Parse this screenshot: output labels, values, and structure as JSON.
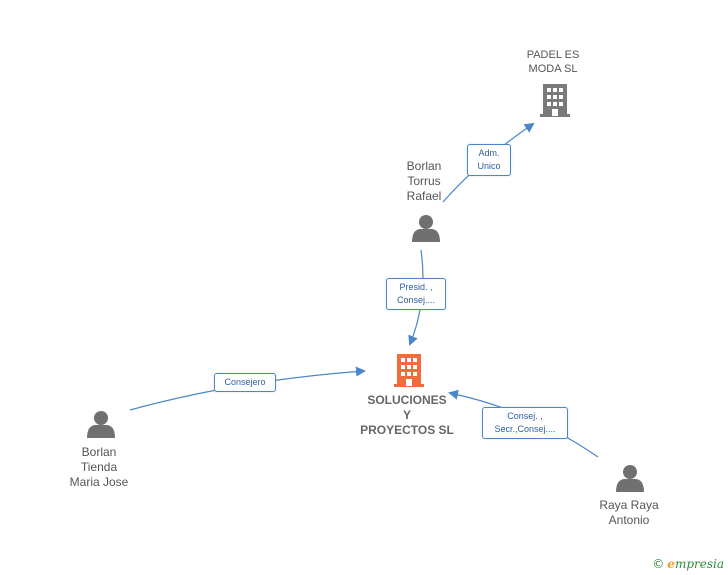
{
  "colors": {
    "edge": "#4a86c8",
    "company_main": "#f26b3a",
    "company": "#7a7a7a",
    "person": "#707070"
  },
  "nodes": {
    "padel": {
      "label": "PADEL ES\nMODA SL",
      "icon": "building-icon"
    },
    "torrus": {
      "label": "Borlan\nTorrus\nRafael",
      "icon": "person-icon"
    },
    "soluciones": {
      "label": "SOLUCIONES\nY\nPROYECTOS SL",
      "icon": "building-icon"
    },
    "tienda": {
      "label": "Borlan\nTienda\nMaria Jose",
      "icon": "person-icon"
    },
    "raya": {
      "label": "Raya Raya\nAntonio",
      "icon": "person-icon"
    }
  },
  "edges": {
    "torrus_padel": "Adm.\nUnico",
    "torrus_soluciones": "Presid. ,\nConsej....",
    "tienda_soluciones": "Consejero",
    "raya_soluciones": "Consej. ,\nSecr.,Consej...."
  },
  "brand": {
    "copyright": "©",
    "initial": "e",
    "name": "mpresia"
  }
}
